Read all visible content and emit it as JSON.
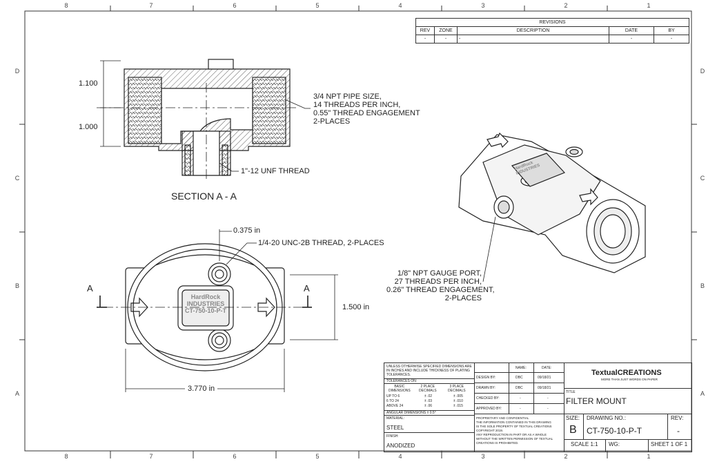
{
  "zones": {
    "top": [
      "8",
      "7",
      "6",
      "5",
      "4",
      "3",
      "2",
      "1"
    ],
    "side": [
      "D",
      "C",
      "B",
      "A"
    ]
  },
  "revisions": {
    "title": "REVISIONS",
    "headers": [
      "REV",
      "ZONE",
      "DESCRIPTION",
      "DATE",
      "BY"
    ],
    "row": [
      "-",
      "-",
      "-",
      "-",
      "-"
    ]
  },
  "section_view": {
    "dim_upper": "1.100",
    "dim_lower": "1.000",
    "callout_npt": [
      "3/4 NPT PIPE SIZE,",
      "14 THREADS PER INCH,",
      "0.55\" THREAD ENGAGEMENT",
      "2-PLACES"
    ],
    "callout_unf": "1\"-12 UNF THREAD",
    "label": "SECTION A - A"
  },
  "top_view": {
    "dim_offset": "0.375 in",
    "callout_unc": "1/4-20 UNC-2B THREAD, 2-PLACES",
    "dim_height": "1.500 in",
    "dim_width": "3.770 in",
    "section_marker": "A",
    "nameplate": [
      "HardRock",
      "INDUSTRIES",
      "CT-750-10-P-T"
    ]
  },
  "iso_view": {
    "callout_gauge": [
      "1/8\" NPT GAUGE PORT,",
      "27 THREADS PER INCH,",
      "0.26\" THREAD ENGAGEMENT,",
      "2-PLACES"
    ],
    "nameplate": [
      "HardRock",
      "INDUSTRIES"
    ]
  },
  "title_block": {
    "tolerance_note": [
      "UNLESS OTHERWISE SPECIFIED DIMENSIONS ARE",
      "IN INCHES AND INCLUDE THICKNESS OF PLATING",
      "TOLERANCES."
    ],
    "tolerances_on": "TOLERANCES ON:",
    "tol_headers": [
      "BASIC\nDIMENSIONS",
      "2 PLACE\nDECIMALS",
      "3 PLACE\nDECIMALS"
    ],
    "tol_rows": [
      [
        "UP TO 6",
        "± .02",
        "± .005"
      ],
      [
        "6 TO 24",
        "± .03",
        "± .010"
      ],
      [
        "ABOVE 24",
        "± .06",
        "± .015"
      ]
    ],
    "angular": "ANGULAR DIMENSIONS ± 0.5°",
    "material_label": "MATERIAL:",
    "material": "STEEL",
    "finish_label": "FINISH:",
    "finish": "ANODIZED",
    "name_label": "NAME:",
    "date_label": "DATE:",
    "design_by": "DESIGN BY:",
    "drawn_by": "DRAWN BY:",
    "checked_by": "CHECKED BY:",
    "approved_by": "APPROVED BY:",
    "design_name": "DBC",
    "design_date": "09/18/21",
    "drawn_name": "DBC",
    "drawn_date": "09/18/21",
    "blank": "-",
    "proprietary": [
      "PROPRIETARY AND CONFIDENTIAL",
      "THE INFORMATION CONTAINED IN THIS DRAWING",
      "IS THE SOLE PROPERTY OF TEXTUAL CREATIONS",
      "COPYRIGHT 2019.",
      "ANY REPRODUCTION IN PART OR AS A WHOLE",
      "WITHOUT THE WRITTEN PERMISSION OF TEXTUAL",
      "CREATIONS IS PROHIBITED."
    ],
    "company": "TextualCREATIONS",
    "tagline": "MORE THAN JUST WORDS ON PAPER",
    "title_label": "TITLE",
    "title": "FILTER MOUNT",
    "size_label": "SIZE:",
    "size": "B",
    "dwg_label": "DRAWING NO.:",
    "dwg_no": "CT-750-10-P-T",
    "rev_label": "REV:",
    "rev": "-",
    "scale": "SCALE 1:1",
    "wg": "WG:",
    "sheet": "SHEET 1 OF 1"
  }
}
